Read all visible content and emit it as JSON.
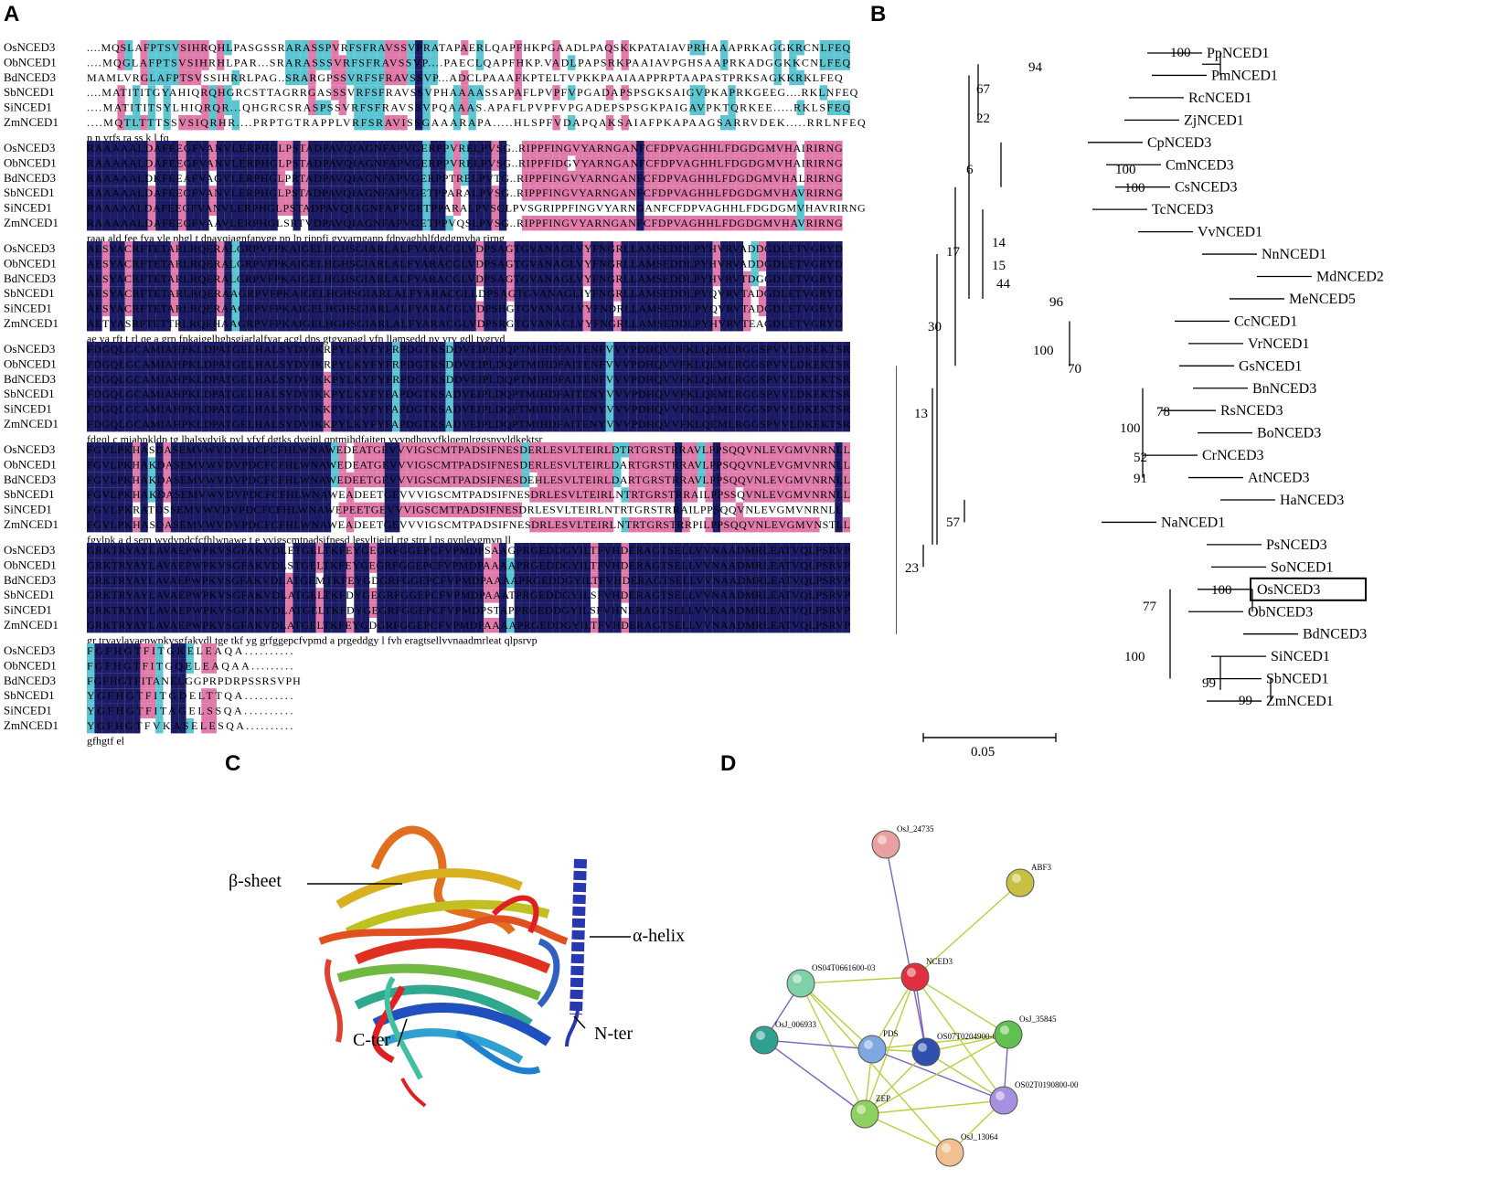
{
  "panels": {
    "a": "A",
    "b": "B",
    "c": "C",
    "d": "D"
  },
  "alignment": {
    "species": [
      "OsNCED3",
      "ObNCED1",
      "BdNCED3",
      "SbNCED1",
      "SiNCED1",
      "ZmNCED1"
    ],
    "blocks": [
      {
        "rows": [
          "....MQSLAFPTSVSIHRQHLPASGSSRARASSPVRFSFRAVSSVPRATAPAERLQAPFHKPGAADLPAQSKKPATAIAVPRHAAAPRKAGGKRCNLFEQ",
          "....MQGLAFPTSVSIHRHLPAR...SRARASSSVRFSFRAVSSVP....PAECLQAPFHKP.VADLPAPSRKPAAIAVPGHSAAPRKADGGKKCNLFEQ",
          "MAMLVRGLAFPTSVSSIHRRLPAG..SRARGPSSVRFSFRAVSSVP...ADCLPAAAFKPTELTVPKKPAAIAAPPRPTAAPASTPRKSAGKKRKLFEQ",
          "....MATITITGYAHIQRQHGRCSTTAGRRGASSSVRFSFRAVSSVPHAAAASSAPAFLPVPFVPGADAPSPSGKSAIGVPKAPRKGEEG....RKLNFEQ",
          "....MATITITSYLHIQRQR...QHGRCSRASPSSVRFSFRAVSSVPQAAAS.APAFLPVPFVPGADEPSPSGKPAIGAVPKTQRKEE.....RKLSFEQ",
          "....MQTLTTTSSVSIQRHR....PRPTGTRAPPLVRFSRAVISSGAAARAPA.....HLSPFVDAPQAKSAIAFPKAPAAGSARRVDEK.....RRLNFEQ"
        ],
        "consensus": "p n vrfs ra ss k l fq"
      },
      {
        "rows": [
          "RAAAAALDAFEEGFVANVLERPHGLPSTADPAVQIAGNFAPVGERPPVRELPVSG..RIPPFINGVYARNGANFCFDPVAGHHLFDGDGMVHAIRIRNG",
          "RAAAAALDAFEEGFVANVLERPHGLPSTADPAVQIAGNFAPVGERPPVRELPVSG..RIPPFIDGVYARNGANFCFDPVAGHHLFDGDGMVHAIRIRNG",
          "RAAAAALDKFEEAFVAGVLERPHGLPRTADPAVQIAGNFAPVGERPPTRELPVTG..RIPPFINGVYARNGANFCFDPVAGHHLFDGDGMVHALRIRNG",
          "RAAAAALDAFEEGFVANVLERPHGLPSTADPAVQIAGNFAPVGETPPARALPVSG..RIPPFINGVYARNGANFCFDPVAGHHLFDGDGMVHAVRIRNG",
          "RAAAAALDAFEEGFVANVLERPHGLPSTADPAVQIAGNFAPVGETPPARALPVSGLPVSGRIPPFINGVYARNGANFCFDPVAGHHLFDGDGMVHAVRIRNG",
          "RAAAAALDAFEEGFVAAVLERPHGLSRTVDPAVQIAGNFAPVGETPPVQSLPVSG..RIPPFINGVYARNGANFCFDPVAGHHLFDGDGMVHAVRIRNG"
        ],
        "consensus": "raaa ald fee fva vle phgl t dpavqiagnfapvge pp lp rippfi gvyarnganp fdpvaghhlfdgdgmvha rirng"
      },
      {
        "rows": [
          "AESYACRFTETARLRQERALGRPVFPKAIGELHGHSGIARLALFYARACGLVDPSAGTGVANAGLVYFNGRLLAMSEDDLPYHVRVADDGDLETVGRYD",
          "AESYACRFTETARLRQERALGRPVFPKAIGELHGHSGIARLALFYARACGLVDPSAGTGVANAGLVYFNGRLLAMSEDDLPYHVRVADDGDLETVGRYD",
          "AESYACRFTETARLRQERALGRPVFPKAIGELHGHSGIARLALFYARACGLVDPSAGTGVANAGLVYFNGRLLAMSEDDLPYHVRVTDGGDLETVGRYD",
          "AESYACRFTETARLRQERAAGRPVFPKAIGELHGHSGIARLALFYARACGLLDPSAGTGVANAGLIYFNGRLLAMSEDDLPYQVRVTADGDLETVGRYD",
          "AESYACRFTETARLRQERAAGRPVFPKAIGELHGHSGIARLALFYARACGLVDPSHGTGVANAGLVYFNDRLLAMSEDDLPYQVRVTADGDLETVGRYD",
          "AETYASRFTETTRLRQEHAAGRPVFPKAIGELHGHSGIARLALFYARACGLVDPSRGTGVANAGLVYFNGRLLAMSEDDLPYHVRVTEAGDLETVGRYD"
        ],
        "consensus": "ae ya rft t rl qe a grp fpkaigelhghsgiarlalfyar acgl dps gtgvanagl yfn llamsedd py vrv gdl tvgryd"
      },
      {
        "rows": [
          "FDGQLGCAMIAHPKLDPATGELHALSYDVIKRPYLKYFYFRPDGTKSDDVEIPLDQPTMIHDFAITENFVVVPDHQVVFKLQEMLRGGSPVVLDKEKTSR",
          "FDGQLGCAMIAHPKLDPATGELHALSYDVIKRPYLKYFYFRPDGTKSDDVEIPLDQPTMIHDFAITENFVVVPDHQVVFKLQEMLRGGSPVVLDKEKTSR",
          "FDGQLGCAMIAHPKLDPATGELHALSYDVIKKPYLKYFYFRPDGTKSDDVEIPLDQPTMIHDFAITENFVVVPDHQVVFKLQEMLRGGSPVVLDKEKTSR",
          "FDGQLGCAMIAHPKLDPATGELHALSYDVIKKPYLKYFYFAPDGTKSADVEIPLDQPTMIHDFAITENYVVVPDHQVVFKLQEMLRGGSPVVLDKEKTSR",
          "FDGQLGCAMIAHPKLDPATGELHALSYDVIKKPYLKYFYFAPDGTKSADVEIPLDQPTMIHDFAITENYVVVPDHQVVFKLQEMLRGGSPVVLDKEKTSR",
          "FDGQLGCAMIAHPKLDPATGELHALSYDVIKKPYLKYFYFAPDGTKSADVEIPLDQPTMIHDFAITENYVVVPDHQVVFKLQEMLRGGSPVVLDKEKTSR"
        ],
        "consensus": "fdgql c miahpkldp tg lhalsydvik pyl yfyf dgtks dveipl qptmihdfaiten vvvpdhqvvfklqemlrggspvvldkektsr"
      },
      {
        "rows": [
          "FGVLPKHASDASEMVWVDVPDCFCFHLWNAWEDEATGEVVVIGSCMTPADSIFNESDERLESVLTEIRLDTRTGRSTRRAVLPPSQQVNLEVGMVNRNLL",
          "FGVLPKHAKDASEMVWVDVPDCFCFHLWNAWEDEATGEVVVIGSCMTPADSIFNESDERLESVLTEIRLDARTGRSTRRAVLPPSQQVNLEVGMVNRNLL",
          "FGVLPKHAKDASEMVWVDVPDCFCFHLWNAWEDEETGEVVVIGSCMTPADSIFNESDEHLESVLTEIRLDARTGRSTRRAVLPPSQQVNLEVGMVNRNLL",
          "FGVLPKHAKDASEMVWVDVPDCFCFHLWNAWEADEETGEVVVIGSCMTPADSIFNESDRLESVLTEIRLNTRTGRSTRRAILPPSSQVNLEVGMVNRNLL",
          "FGVLPKRATDSSEMVWVDVPDCFCFHLWNAWEPEETGEVVVIGSCMTPADSIFNESDRLESVLTEIRLNTRTGRSTRRAILPPSQQVNLEVGMVNRNLL",
          "FGVLPKHASDASEMVWVDVPDCFCFHLWNAWEADEETGEVVVIGSCMTPADSIFNESDRLESVLTEIRLNTRTGRSTRRPILPPSQQVNLEVGMVNSTLL"
        ],
        "consensus": "fgvlpk a d sem wvdvpdcfcfhlwnawe t e vvigscmtpadsifnesd lesvltieirl rtg strr l ps qvnlevgmvn ll"
      },
      {
        "rows": [
          "GRKTRYAYLAVAEPWPKVSGFAKVDLETGELTKFEYGEGRFGGEPCFVPMDPSAAGPRGEDDGYILTFVHDERAGTSELLVVNAADMRLEATVQLPSRVP",
          "GRKTRYAYLAVAEPWPKVSGFAKVDLSTGELTKFEYGEGRFGGEPCFVPMDPAAAAPRGEDDGYILTFVHDERAGTSELLVVNAADMRLEATVQLPSRVP",
          "GRKTRYAYLAVAEPWPKVSGFAKVDLATGEMTKFEYGDGRFGGEPCFVPMDPAAAAPRGEDDGYILTFVHDERAGTSELLVVNAADMRLEATVQLPSRVP",
          "GRKTRYAYLAVAEPWPKVSGFAKVDLATGELTKFDYGEGRFGGEPCFVPMDPAAATPRGEDDGYILSFVHDERAGTSELLVVNAADMRLEATVQLPSRVP",
          "GRKTRYAYLAVAEPWPKVSGFAKVDLATGELTKFDYGEGRFGGEPCFVPMDPSTAPPRGEDDGYILSFVHNERAGTSELLVVNAADMRLEATVQLPSRVP",
          "GRKTRYAYLAVAEPWPKVSGFAKVDLATGELTKFEYGDGRFGGEPCFVPMDPAAAAPRGEDDGYILTFVHDERAGTSELLVVNAADMRLEATVQLPSRVP"
        ],
        "consensus": "gr tryaylavaepwpkvsgfakvdl tge tkf yg grfggepcfvpmd a prgeddgy l fvh eragtsellvvnaadmrleat qlpsrvp"
      },
      {
        "rows": [
          "FGFHGTFITGKELEAQA..........",
          "FGFHGTFITGQELEAQAA.........",
          "FGFHGTFITANELGGPRPDRPSSRSVPH",
          "YGFHGTFITGDELTTQA..........",
          "YGFHGTFITAGELSSQA..........",
          "YGFHGTFVKASELESQA.........."
        ],
        "consensus": "gfhgtf el"
      }
    ],
    "colors": {
      "conserved": "#1b1b66",
      "similar": "#e07aaa",
      "partial": "#5cc5d2",
      "text_on_dark": "#ffffff",
      "text_on_light": "#000000"
    }
  },
  "tree": {
    "leaves": [
      "PpNCED1",
      "PmNCED1",
      "RcNCED1",
      "ZjNCED1",
      "CpNCED3",
      "CmNCED3",
      "CsNCED3",
      "TcNCED3",
      "VvNCED1",
      "NnNCED1",
      "MdNCED2",
      "MeNCED5",
      "CcNCED1",
      "VrNCED1",
      "GsNCED1",
      "BnNCED3",
      "RsNCED3",
      "BoNCED3",
      "CrNCED3",
      "AtNCED3",
      "HaNCED3",
      "NaNCED1",
      "PsNCED3",
      "SoNCED1",
      "OsNCED3",
      "ObNCED3",
      "BdNCED3",
      "SiNCED1",
      "SbNCED1",
      "ZmNCED1"
    ],
    "bootstrap": [
      "100",
      "94",
      "67",
      "22",
      "100",
      "100",
      "6",
      "14",
      "15",
      "44",
      "96",
      "17",
      "100",
      "70",
      "30",
      "78",
      "100",
      "52",
      "91",
      "13",
      "57",
      "23",
      "100",
      "77",
      "100",
      "99",
      "99"
    ],
    "highlighted": "OsNCED3",
    "scale_label": "0.05"
  },
  "structure": {
    "labels": {
      "beta": "β-sheet",
      "alpha": "α-helix",
      "cter": "C-ter",
      "nter": "N-ter"
    }
  },
  "network": {
    "nodes": [
      {
        "id": "OsJ_24735",
        "color": "#e8a0a0"
      },
      {
        "id": "ABF3",
        "color": "#c8c040"
      },
      {
        "id": "NCED3",
        "color": "#e03040"
      },
      {
        "id": "OS04T0661600-03",
        "color": "#80d0a8"
      },
      {
        "id": "OsJ_006933",
        "color": "#30a090"
      },
      {
        "id": "PDS",
        "color": "#80a8e0"
      },
      {
        "id": "OS07T0204900-01",
        "color": "#3050b0"
      },
      {
        "id": "OsJ_35845",
        "color": "#60c050"
      },
      {
        "id": "OS02T0190800-00",
        "color": "#a890e0"
      },
      {
        "id": "ZEP",
        "color": "#90d060"
      },
      {
        "id": "OsJ_13064",
        "color": "#f0c090"
      }
    ]
  }
}
